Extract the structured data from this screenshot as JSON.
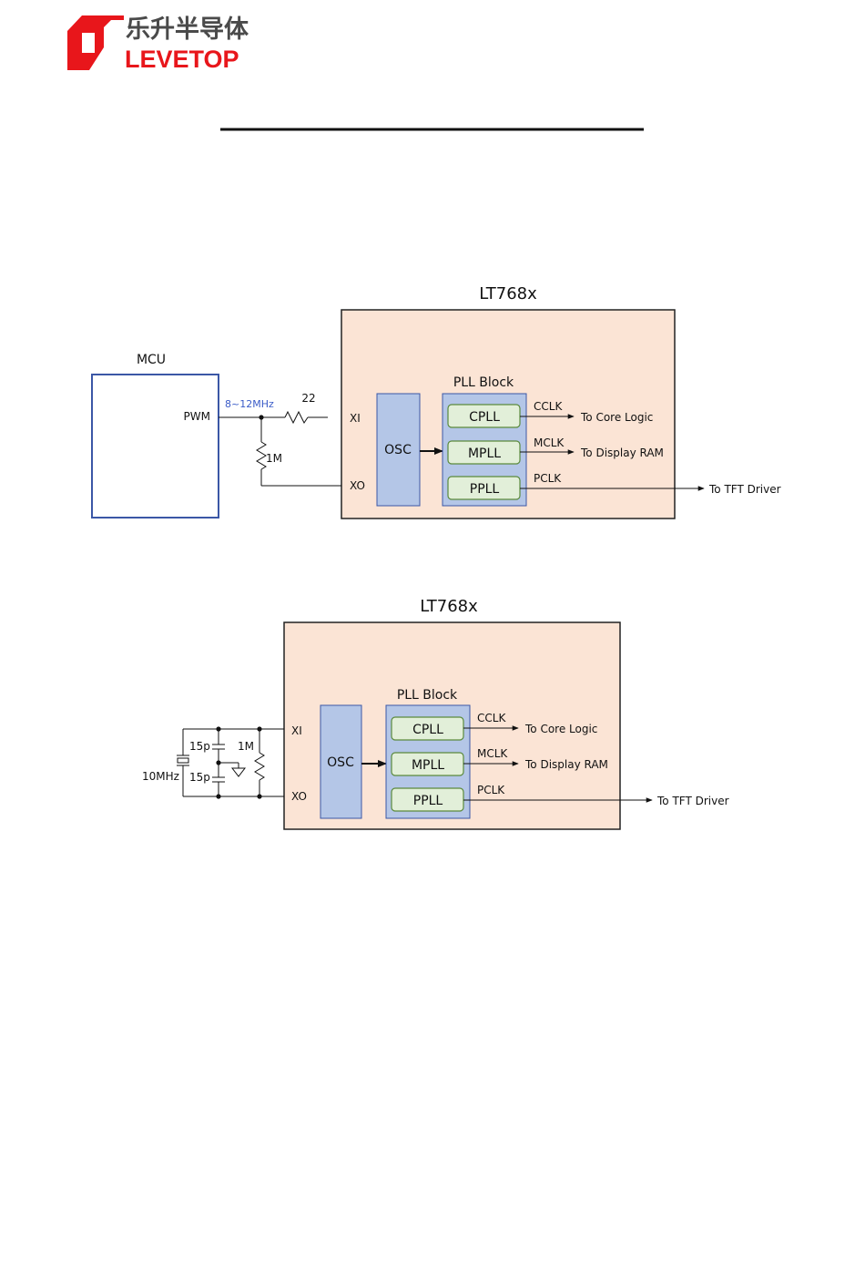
{
  "logo": {
    "chinese_text": "乐升半导体",
    "english_text": "LEVETOP",
    "brand_red": "#e8161b",
    "brand_gray": "#4a4a4a"
  },
  "colors": {
    "chip_fill": "#fbe4d5",
    "osc_fill": "#b4c6e7",
    "pll_fill": "#e2efd9",
    "mcu_border": "#3b57a6",
    "freq_label": "#3b5cc8"
  },
  "diagram1": {
    "chip_title": "LT768x",
    "mcu_label": "MCU",
    "pwm_label": "PWM",
    "freq_label": "8~12MHz",
    "resistor_series": "22",
    "resistor_pull": "1M",
    "pin_xi": "XI",
    "pin_xo": "XO",
    "osc_label": "OSC",
    "pll_block_label": "PLL Block",
    "plls": [
      {
        "name": "CPLL",
        "clk": "CCLK",
        "dest": "To Core Logic"
      },
      {
        "name": "MPLL",
        "clk": "MCLK",
        "dest": "To Display RAM"
      },
      {
        "name": "PPLL",
        "clk": "PCLK",
        "dest": "To TFT Driver"
      }
    ]
  },
  "diagram2": {
    "chip_title": "LT768x",
    "crystal_freq": "10MHz",
    "cap_top": "15p",
    "cap_bottom": "15p",
    "resistor": "1M",
    "pin_xi": "XI",
    "pin_xo": "XO",
    "osc_label": "OSC",
    "pll_block_label": "PLL Block",
    "plls": [
      {
        "name": "CPLL",
        "clk": "CCLK",
        "dest": "To Core Logic"
      },
      {
        "name": "MPLL",
        "clk": "MCLK",
        "dest": "To Display RAM"
      },
      {
        "name": "PPLL",
        "clk": "PCLK",
        "dest": "To TFT Driver"
      }
    ]
  }
}
